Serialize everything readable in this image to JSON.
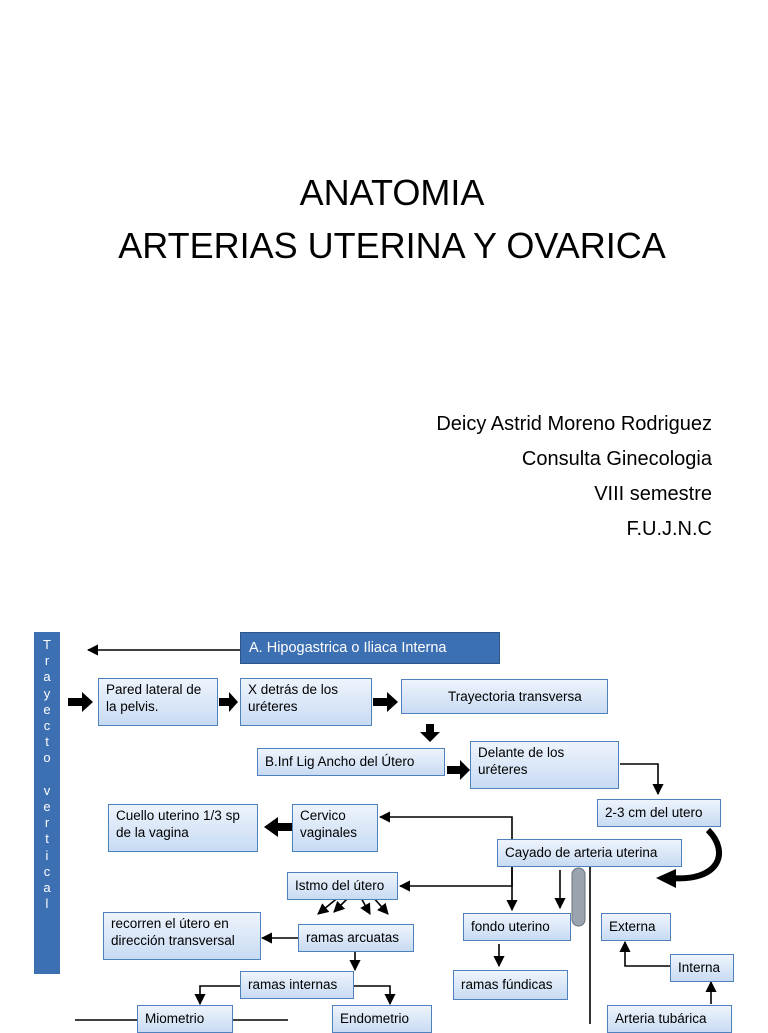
{
  "slide": {
    "title_line1": "ANATOMIA",
    "title_line2": "ARTERIAS UTERINA Y OVARICA",
    "author": "Deicy Astrid Moreno Rodriguez",
    "course": "Consulta Ginecologia",
    "semester": "VIII semestre",
    "institution": "F.U.J.N.C"
  },
  "diagram": {
    "vertical_label": [
      "T",
      "r",
      "a",
      "y",
      "e",
      "c",
      "t",
      "o",
      " ",
      "v",
      "e",
      "r",
      "t",
      "i",
      "c",
      "a",
      "l"
    ],
    "header": "A. Hipogastrica o Iliaca Interna",
    "pared_lateral": "Pared lateral de la pelvis.",
    "detras_ureteres": "X detrás de los uréteres",
    "trayectoria_transversa": "Trayectoria transversa",
    "b_inf_lig": "B.Inf Lig Ancho del Útero",
    "delante_ureteres": "Delante de  los uréteres",
    "distancia_utero": "2-3 cm del utero",
    "cuello_uterino": "Cuello uterino 1/3 sp de la vagina",
    "cervico_vaginales": "Cervico vaginales",
    "cayado": "Cayado de arteria uterina",
    "istmo": "Istmo del útero",
    "recorren_utero": "recorren el útero en dirección transversal",
    "ramas_arcuatas": "ramas arcuatas",
    "fondo_uterino": "fondo uterino",
    "externa": "Externa",
    "interna": "Interna",
    "ramas_internas": "ramas internas",
    "ramas_fundicas": "ramas fúndicas",
    "miometrio": "Miometrio",
    "endometrio": "Endometrio",
    "arteria_tubarica": "Arteria tubárica"
  }
}
